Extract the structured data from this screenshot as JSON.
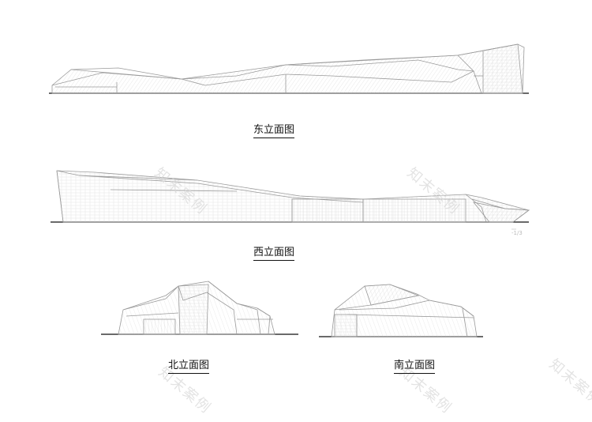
{
  "captions": {
    "east": "东立面图",
    "west": "西立面图",
    "north": "北立面图",
    "south": "南立面图"
  },
  "watermark": "知末案例",
  "small_tag": "-1/3",
  "colors": {
    "ink": "#111111",
    "line": "#9a9a9a",
    "hatch": "#c8c8c8",
    "watermark": "#d8d8d8"
  }
}
